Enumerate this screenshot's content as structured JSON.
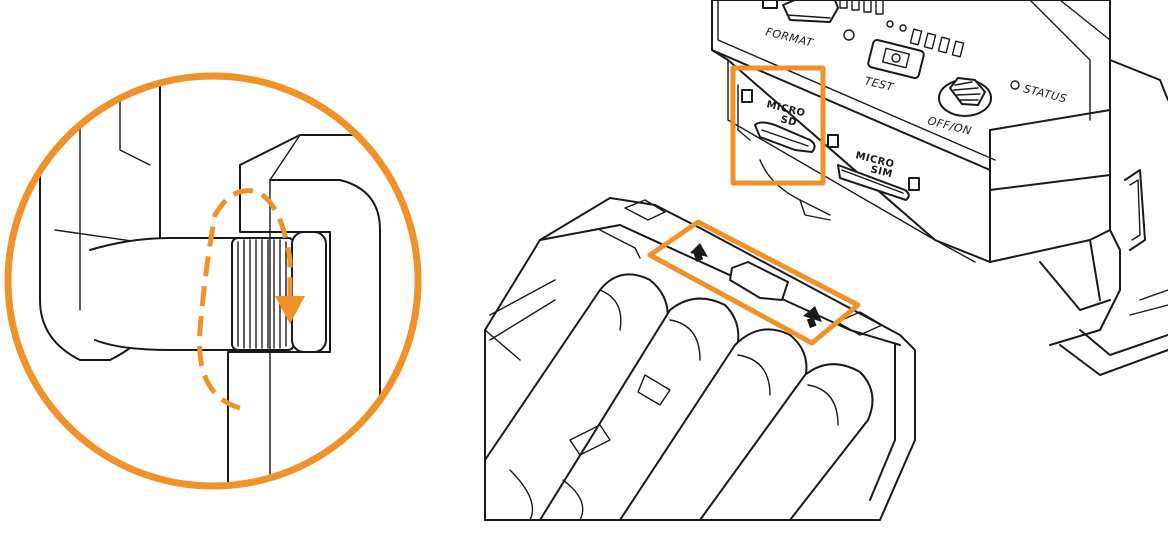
{
  "labels": {
    "format": "FORMAT",
    "test": "TEST",
    "off_on": "OFF/ON",
    "status": "STATUS",
    "micro": "MICRO",
    "sd": "SD",
    "micro2": "MICRO",
    "sim": "SIM"
  },
  "colors": {
    "accent": "#F0922A",
    "line": "#1a1a1a",
    "background": "#ffffff"
  },
  "icons": {
    "rotation": "dashed-rotation-arrow-icon",
    "insert": "up-arrow-icon"
  }
}
